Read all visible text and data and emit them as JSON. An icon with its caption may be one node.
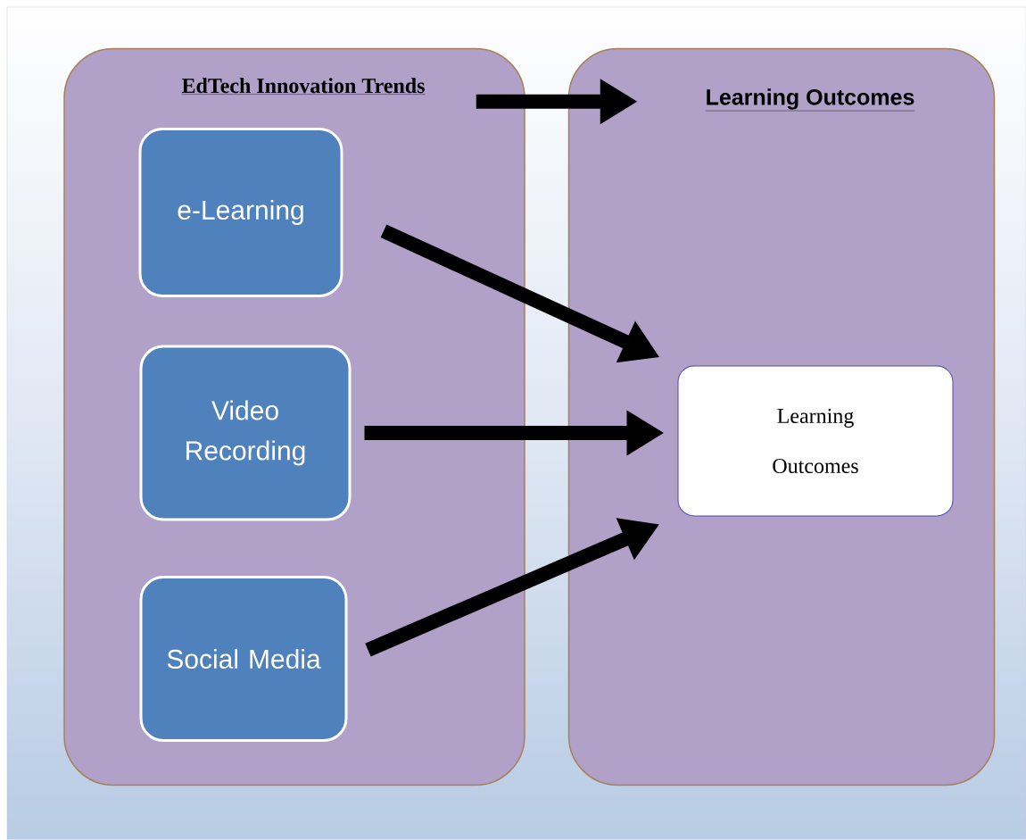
{
  "diagram": {
    "nodes": [
      {
        "text": [
          "EdTech Innovation Trends"
        ]
      },
      {
        "text": [
          "Learning Outcomes"
        ]
      },
      {
        "text": [
          "e-Learning"
        ],
        "in": 0
      },
      {
        "text": [
          "Video Recording"
        ],
        "in": 0
      },
      {
        "text": [
          "Social Media"
        ],
        "in": 0
      },
      {
        "text": [
          "Learning Outcomes"
        ],
        "in": 1
      }
    ],
    "edges": [
      {
        "from": 0,
        "to": 1,
        "arrow": "to"
      },
      {
        "from": 2,
        "to": 5,
        "arrow": "to"
      },
      {
        "from": 3,
        "to": 5,
        "arrow": "to"
      },
      {
        "from": 4,
        "to": 5,
        "arrow": "to"
      }
    ]
  }
}
